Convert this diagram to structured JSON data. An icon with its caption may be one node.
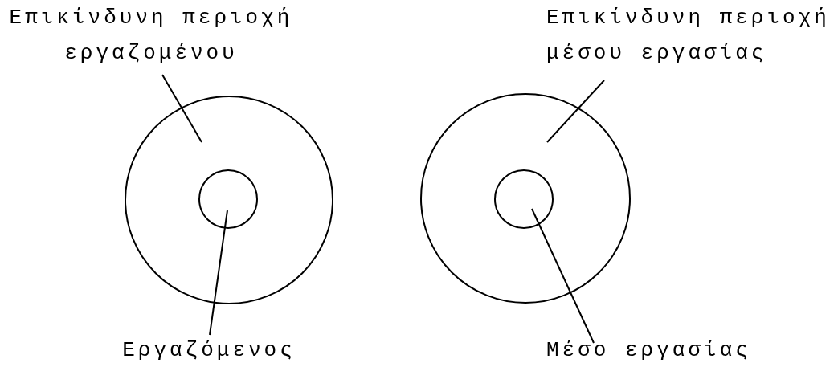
{
  "diagram": {
    "nodes": [
      {
        "text": [],
        "shape": "circle"
      },
      {
        "text": [],
        "shape": "circle",
        "in": 0
      },
      {
        "text": [
          "Επικίνδυνη περιοχή εργαζομένου"
        ]
      },
      {
        "text": [
          "Εργαζόμενος"
        ]
      },
      {
        "text": [],
        "shape": "circle"
      },
      {
        "text": [],
        "shape": "circle",
        "in": 4
      },
      {
        "text": [
          "Επικίνδυνη περιοχή μέσου εργασίας"
        ]
      },
      {
        "text": [
          "Μέσο εργασίας"
        ]
      }
    ],
    "edges": [
      {
        "from": 2,
        "to": 0,
        "arrow": "none"
      },
      {
        "from": 3,
        "to": 1,
        "arrow": "none"
      },
      {
        "from": 6,
        "to": 4,
        "arrow": "none"
      },
      {
        "from": 7,
        "to": 5,
        "arrow": "none"
      }
    ]
  }
}
